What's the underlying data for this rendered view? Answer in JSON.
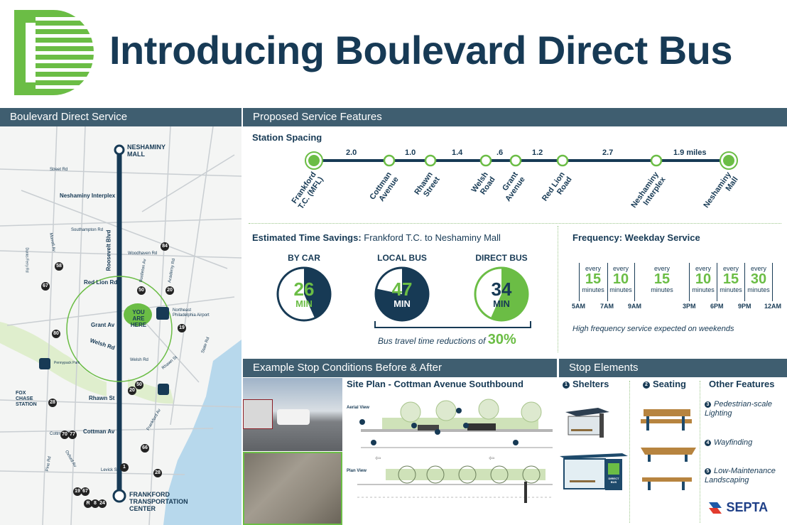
{
  "header": {
    "title": "Introducing Boulevard Direct Bus",
    "logo_icon": "boulevard-direct-d-logo"
  },
  "sections": {
    "service": "Boulevard Direct Service",
    "features": "Proposed Service Features",
    "before_after": "Example Stop Conditions Before & After",
    "stop_elements": "Stop Elements"
  },
  "map": {
    "terminal_top": "NESHAMINY MALL",
    "terminal_bottom": "FRANKFORD TRANSPORTATION CENTER",
    "stops": [
      "Neshaminy Interplex",
      "Red Lion Rd",
      "Grant Av",
      "Welsh Rd",
      "Rhawn St",
      "Cottman Av"
    ],
    "boulevard": "Roosevelt Blvd",
    "you_are_here": "YOU ARE HERE",
    "airport": "Northeast Philadelphia Airport",
    "fox_chase": "FOX CHASE STATION",
    "streets": [
      "Street Rd",
      "Southampton Rd",
      "Woodhaven Rd",
      "Academy Rd",
      "Frankford Av",
      "Bustleton Av",
      "Welsh Rd",
      "Rhawn St",
      "Cottman Av",
      "Levick St",
      "Oxford Av",
      "Pine Rd",
      "State Rd",
      "Morrell Av",
      "Dunks Ferry Rd",
      "Pennypack Park"
    ],
    "routes": [
      "84",
      "67",
      "50",
      "20",
      "19",
      "80",
      "20",
      "50",
      "28",
      "70",
      "77",
      "66",
      "28",
      "1",
      "19",
      "67",
      "R",
      "8",
      "24",
      "58"
    ]
  },
  "spacing": {
    "title": "Station Spacing",
    "stations": [
      "Frankford T.C. (MFL)",
      "Cottman Avenue",
      "Rhawn Street",
      "Welsh Road",
      "Grant Avenue",
      "Red Lion Road",
      "Neshaminy Interplex",
      "Neshaminy Mall"
    ],
    "distances": [
      "2.0",
      "1.0",
      "1.4",
      ".6",
      "1.2",
      "2.7",
      "1.9 miles"
    ]
  },
  "time_savings": {
    "title": "Estimated Time Savings:",
    "subtitle": "Frankford T.C. to Neshaminy Mall",
    "modes": [
      {
        "label": "BY CAR",
        "minutes": "26",
        "unit": "MIN",
        "fraction": 0.433
      },
      {
        "label": "LOCAL BUS",
        "minutes": "47",
        "unit": "MIN",
        "fraction": 0.783
      },
      {
        "label": "DIRECT BUS",
        "minutes": "34",
        "unit": "MIN",
        "fraction": 0.567
      }
    ],
    "reduction_text": "Bus travel time reductions of",
    "reduction_value": "30%"
  },
  "frequency": {
    "title": "Frequency: Weekday Service",
    "periods": [
      {
        "every": "every",
        "value": "15",
        "unit": "minutes"
      },
      {
        "every": "every",
        "value": "10",
        "unit": "minutes"
      },
      {
        "every": "every",
        "value": "15",
        "unit": "minutes"
      },
      {
        "every": "every",
        "value": "10",
        "unit": "minutes"
      },
      {
        "every": "every",
        "value": "15",
        "unit": "minutes"
      },
      {
        "every": "every",
        "value": "30",
        "unit": "minutes"
      }
    ],
    "times": [
      "5AM",
      "7AM",
      "9AM",
      "3PM",
      "6PM",
      "9PM",
      "12AM"
    ],
    "note": "High frequency service expected on weekends"
  },
  "site_plan": {
    "title": "Site Plan - Cottman Avenue Southbound",
    "aerial": "Aerial View",
    "plan": "Plan View"
  },
  "stop_elements": {
    "shelters": "Shelters",
    "seating": "Seating",
    "other": "Other Features",
    "n1": "1",
    "n2": "2",
    "n3": "3",
    "n4": "4",
    "n5": "5",
    "features": [
      "Pedestrian-scale Lighting",
      "Wayfinding",
      "Low-Maintenance Landscaping"
    ],
    "shelter_sign": "DIRECT BUS"
  },
  "brand": {
    "septa": "SEPTA"
  },
  "colors": {
    "navy": "#173a55",
    "green": "#6bbd45",
    "bar": "#3f5e70",
    "water": "#b7d8ec",
    "park": "#dfeecd"
  }
}
